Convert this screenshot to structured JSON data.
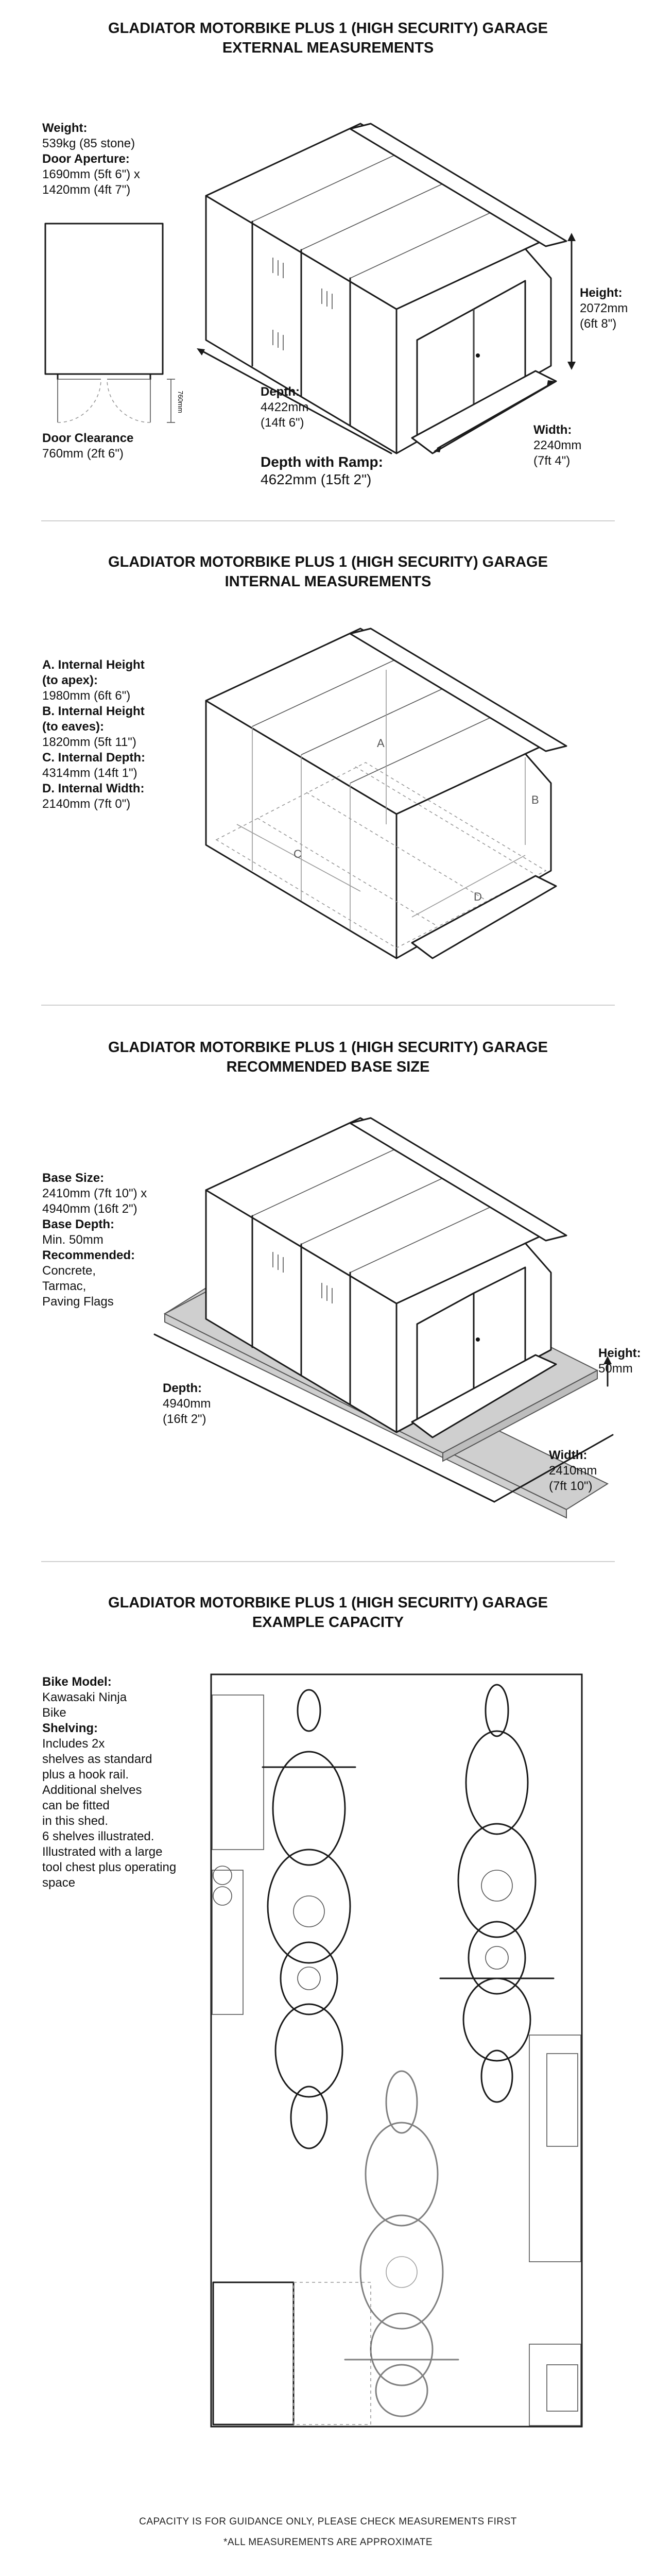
{
  "sections": {
    "external": {
      "title1": "GLADIATOR MOTORBIKE PLUS 1 (HIGH SECURITY) GARAGE",
      "title2": "EXTERNAL MEASUREMENTS",
      "weight_label": "Weight:",
      "weight_value": "539kg (85 stone)",
      "aperture_label": "Door Aperture:",
      "aperture_value1": "1690mm (5ft 6\") x",
      "aperture_value2": "1420mm (4ft 7\")",
      "door_swing_dim": "760mm",
      "clearance_label": "Door Clearance",
      "clearance_value": "760mm (2ft 6\")",
      "height_label": "Height:",
      "height_value1": "2072mm",
      "height_value2": "(6ft 8\")",
      "depth_label": "Depth:",
      "depth_value1": "4422mm",
      "depth_value2": "(14ft 6\")",
      "width_label": "Width:",
      "width_value1": "2240mm",
      "width_value2": "(7ft 4\")",
      "ramp_label": "Depth with Ramp:",
      "ramp_value": "4622mm (15ft 2\")"
    },
    "internal": {
      "title1": "GLADIATOR MOTORBIKE PLUS 1 (HIGH SECURITY) GARAGE",
      "title2": "INTERNAL MEASUREMENTS",
      "a_label1": "A. Internal Height",
      "a_label2": "(to apex):",
      "a_value": "1980mm (6ft 6\")",
      "b_label1": "B. Internal Height",
      "b_label2": "(to eaves):",
      "b_value": "1820mm (5ft 11\")",
      "c_label": "C. Internal Depth:",
      "c_value": "4314mm (14ft 1\")",
      "d_label": "D. Internal Width:",
      "d_value": "2140mm (7ft 0\")",
      "marker_a": "A",
      "marker_b": "B",
      "marker_c": "C",
      "marker_d": "D"
    },
    "base": {
      "title1": "GLADIATOR MOTORBIKE PLUS 1 (HIGH SECURITY) GARAGE",
      "title2": "RECOMMENDED BASE SIZE",
      "size_label": "Base Size:",
      "size_value1": "2410mm (7ft 10\") x",
      "size_value2": "4940mm (16ft 2\")",
      "depth_label": "Base Depth:",
      "depth_value": "Min. 50mm",
      "rec_label": "Recommended:",
      "rec_1": "Concrete,",
      "rec_2": "Tarmac,",
      "rec_3": "Paving Flags",
      "height_label": "Height:",
      "height_value": "50mm",
      "bdepth_label": "Depth:",
      "bdepth_value1": "4940mm",
      "bdepth_value2": "(16ft 2\")",
      "width_label": "Width:",
      "width_value1": "2410mm",
      "width_value2": "(7ft 10\")"
    },
    "capacity": {
      "title1": "GLADIATOR MOTORBIKE PLUS 1 (HIGH SECURITY) GARAGE",
      "title2": "EXAMPLE CAPACITY",
      "bike_label": "Bike Model:",
      "bike_value1": "Kawasaki Ninja",
      "bike_value2": "Bike",
      "shelving_label": "Shelving:",
      "lines": [
        "Includes 2x",
        "shelves as standard",
        "plus a hook rail.",
        "Additional shelves",
        "can be fitted",
        "in this shed.",
        "6 shelves illustrated.",
        "Illustrated with a large",
        "tool chest plus operating",
        "space"
      ]
    }
  },
  "footer": {
    "line1": "CAPACITY IS FOR GUIDANCE ONLY, PLEASE CHECK MEASUREMENTS FIRST",
    "line2": "*ALL MEASUREMENTS ARE APPROXIMATE"
  }
}
